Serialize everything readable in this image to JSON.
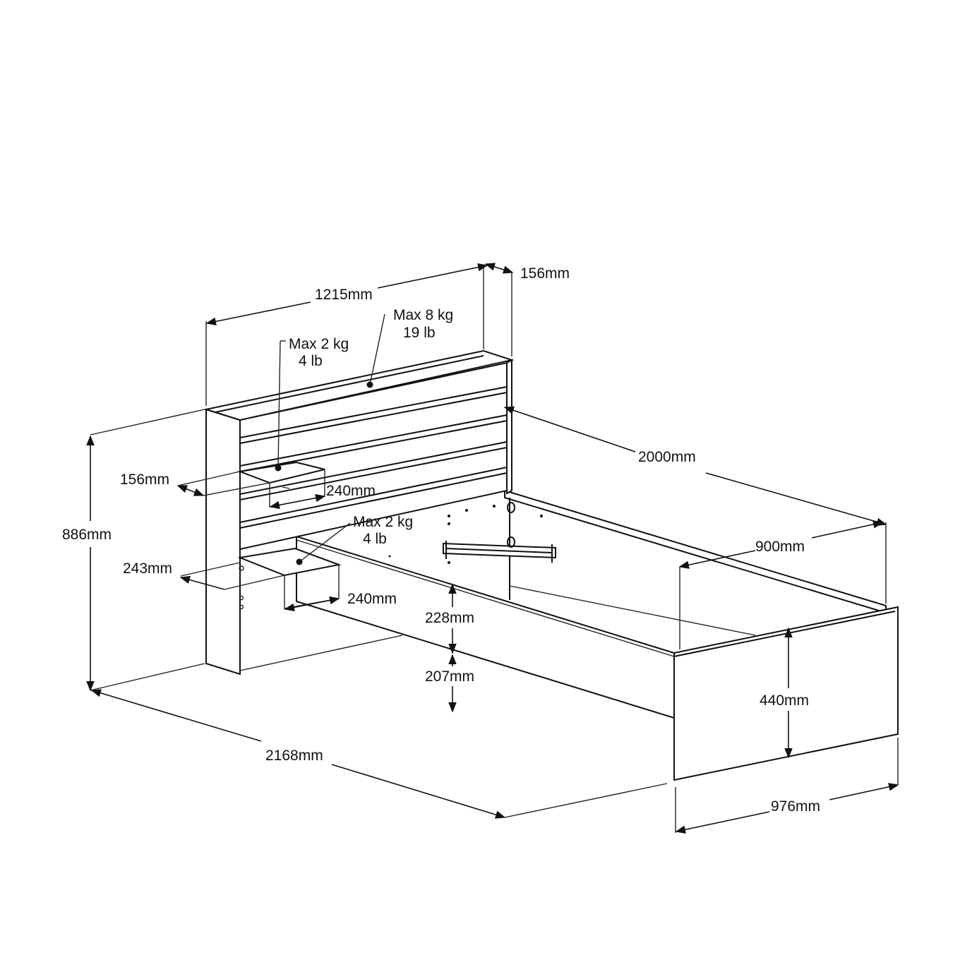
{
  "diagram": {
    "dimensions": {
      "headboard_width": "1215mm",
      "headboard_depth": "156mm",
      "bed_length": "2000mm",
      "mattress_width": "900mm",
      "total_height": "886mm",
      "upper_shelf_depth": "156mm",
      "upper_shelf_width": "240mm",
      "lower_shelf_depth": "243mm",
      "lower_shelf_width": "240mm",
      "frame_height": "228mm",
      "floor_clearance": "207mm",
      "footboard_height": "440mm",
      "total_length": "2168mm",
      "total_width": "976mm"
    },
    "loads": {
      "top_shelf_kg": "Max 8 kg",
      "top_shelf_lb": "19 lb",
      "upper_shelf_kg": "Max 2 kg",
      "upper_shelf_lb": "4 lb",
      "lower_shelf_kg": "Max 2 kg",
      "lower_shelf_lb": "4 lb"
    }
  }
}
